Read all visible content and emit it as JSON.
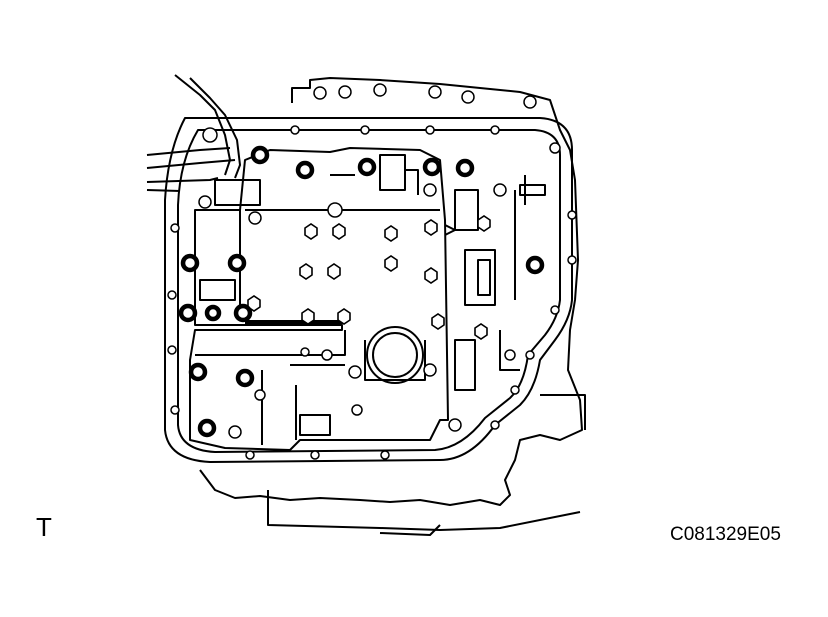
{
  "figure": {
    "view_marker": "T",
    "figure_code": "C081329E05",
    "subject_icon": "valve-body-assembly-bolt-locations"
  }
}
